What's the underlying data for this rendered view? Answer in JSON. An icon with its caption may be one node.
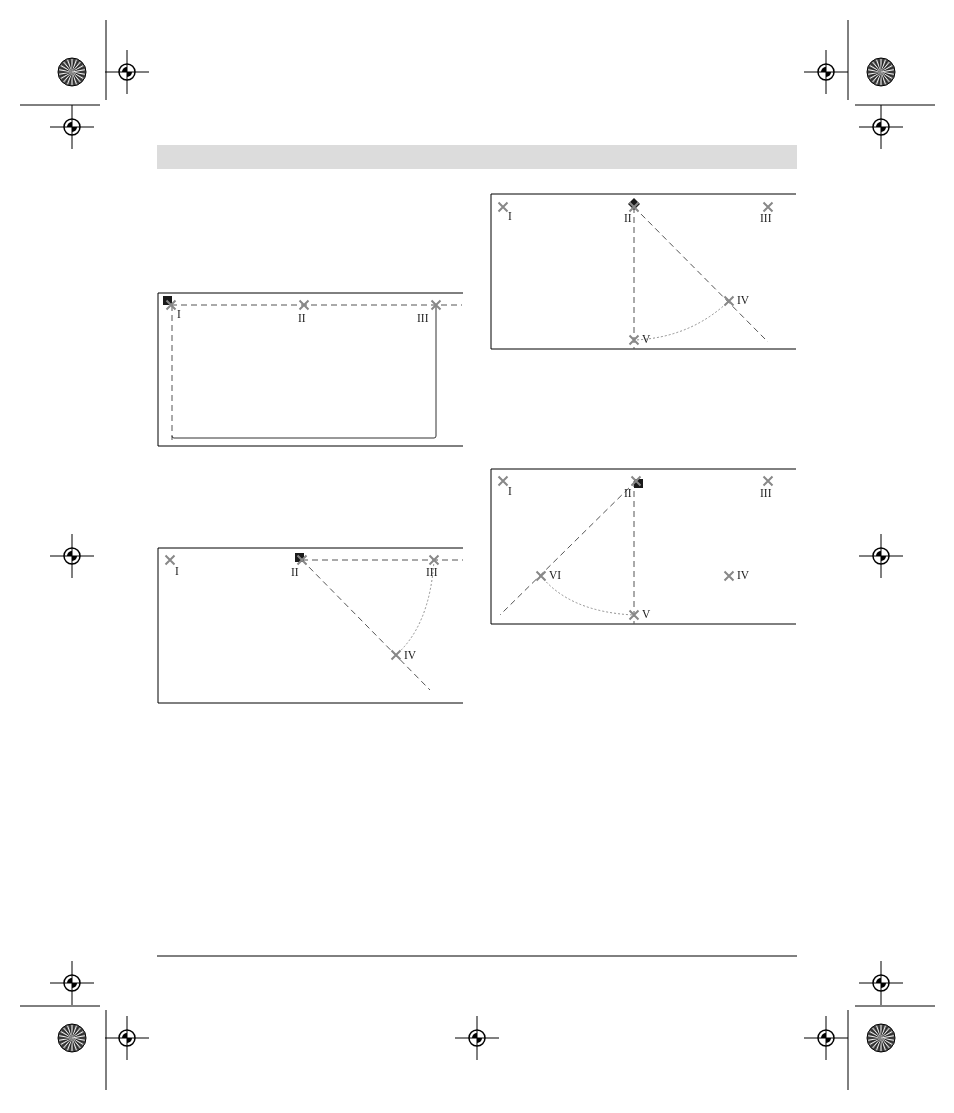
{
  "diagram": {
    "labels": [
      "I",
      "II",
      "III",
      "I",
      "II",
      "III",
      "IV",
      "I",
      "II",
      "III",
      "IV",
      "V",
      "I",
      "II",
      "III",
      "VI",
      "IV",
      "V"
    ]
  }
}
